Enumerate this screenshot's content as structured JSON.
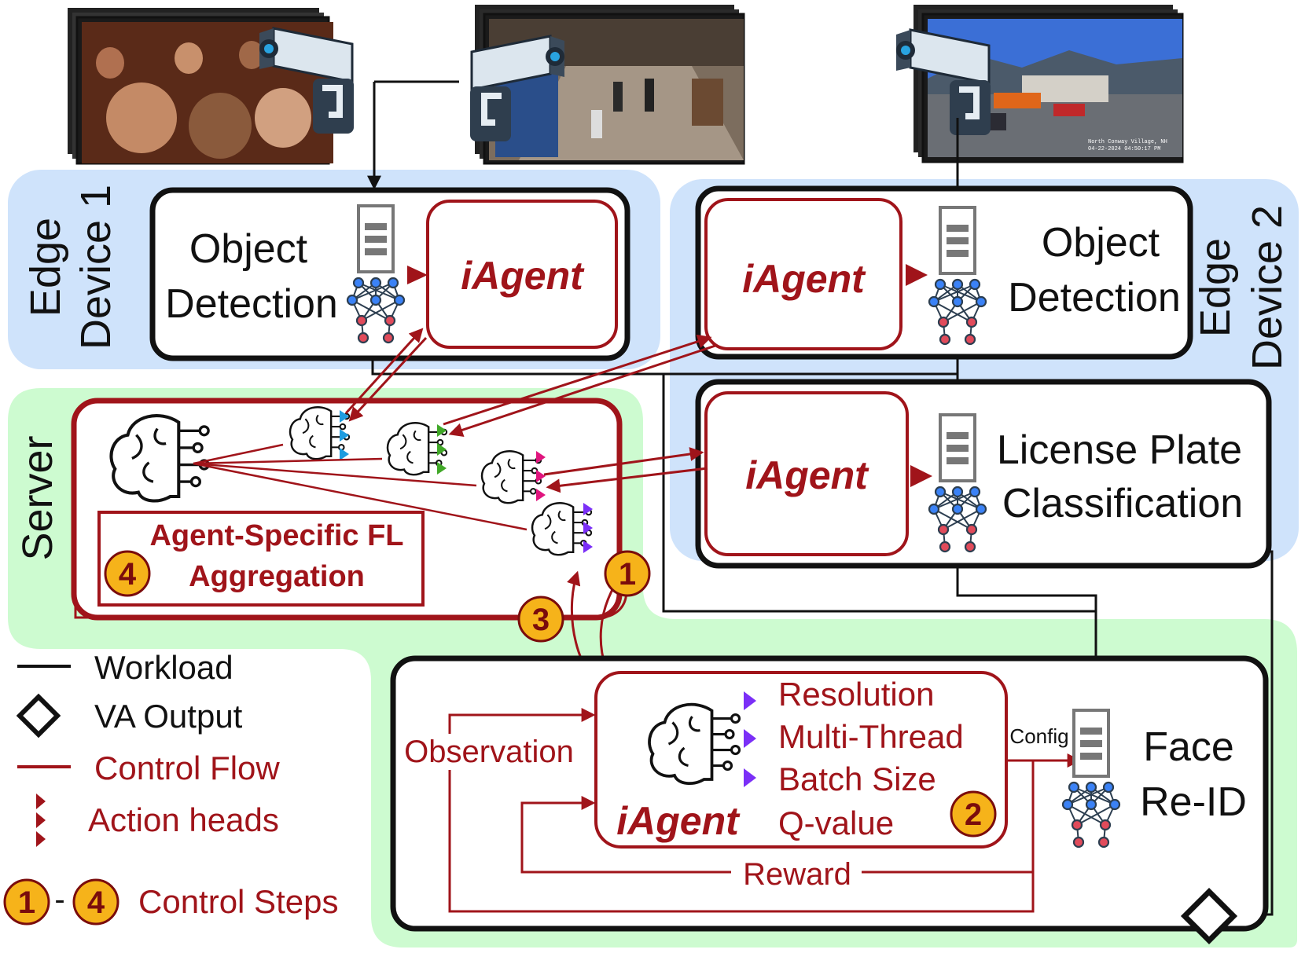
{
  "edge_device_1": {
    "label_line1": "Edge",
    "label_line2": "Device 1",
    "task_line1": "Object",
    "task_line2": "Detection",
    "agent_label": "iAgent"
  },
  "edge_device_2": {
    "label_line1": "Edge",
    "label_line2": "Device 2",
    "task1_line1": "Object",
    "task1_line2": "Detection",
    "task1_agent_label": "iAgent",
    "task2_line1": "License Plate",
    "task2_line2": "Classification",
    "task2_agent_label": "iAgent"
  },
  "server": {
    "label": "Server",
    "aggregation_line1": "Agent-Specific FL",
    "aggregation_line2": "Aggregation"
  },
  "server_node": {
    "task_line1": "Face",
    "task_line2": "Re-ID",
    "agent_label": "iAgent",
    "actions": [
      "Resolution",
      "Multi-Thread",
      "Batch Size",
      "Q-value"
    ],
    "observation_label": "Observation",
    "reward_label": "Reward",
    "config_label": "Config"
  },
  "steps": {
    "s1": "1",
    "s2": "2",
    "s3": "3",
    "s4": "4"
  },
  "legend": {
    "workload": "Workload",
    "va_output": "VA Output",
    "control_flow": "Control Flow",
    "action_heads": "Action heads",
    "control_steps_from": "1",
    "control_steps_dash": "-",
    "control_steps_to": "4",
    "control_steps": "Control Steps"
  },
  "camera_overlay": {
    "line1": "North Conway Village, NH",
    "line2": "04-22-2024 04:50:17 PM"
  },
  "colors": {
    "edge_bg": "#cfe3fb",
    "server_bg": "#cdfbd0",
    "control_red": "#a0141a",
    "step_badge": "#f6b31a",
    "head_blue": "#1e9ce0",
    "head_green": "#41a828",
    "head_pink": "#e0157e",
    "head_purple": "#7b2ff7"
  }
}
